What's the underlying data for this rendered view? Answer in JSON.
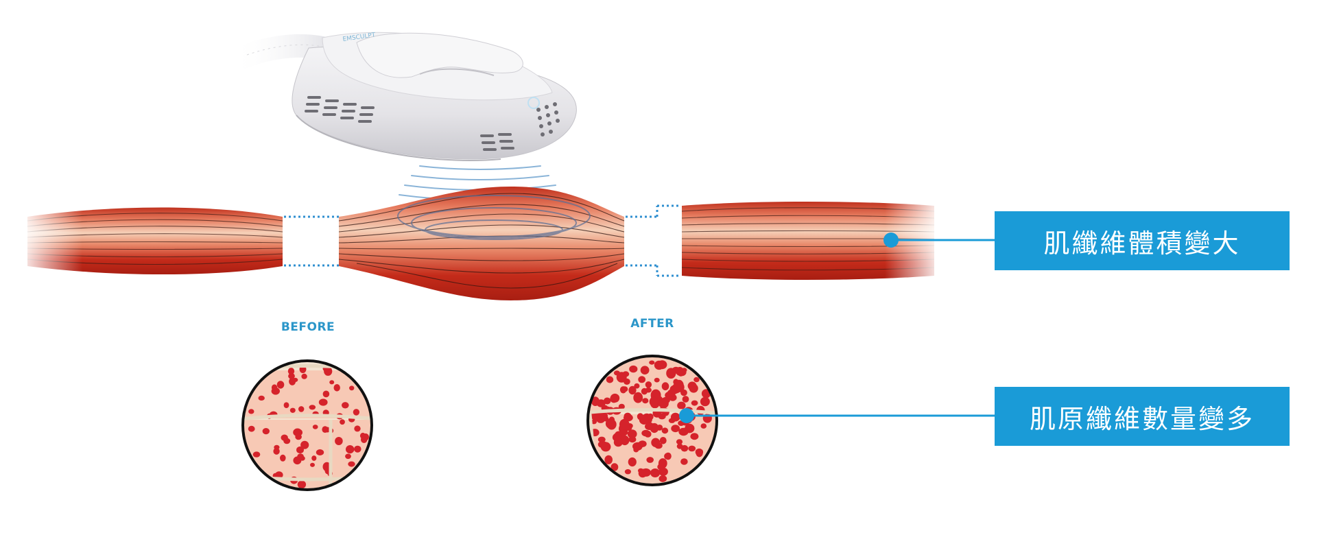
{
  "labels": {
    "before": "BEFORE",
    "after": "AFTER"
  },
  "callouts": {
    "fiber_volume": "肌纖維體積變大",
    "myofibril_count": "肌原纖維數量變多"
  },
  "device": {
    "brand_mark": "EMSCULPT"
  },
  "colors": {
    "accent_blue": "#1a9bd7",
    "label_blue": "#2b96c9",
    "muscle_red": "#c8321f",
    "muscle_light": "#f2c3a8",
    "fibril_red": "#d5232b",
    "tissue_pink": "#f7c9b5",
    "dotted_blue": "#2f8fd0"
  },
  "icons": {
    "device": "body-contouring-handpiece",
    "waves": "electromagnetic-waves",
    "muscle": "muscle-bundle",
    "cross_section": "muscle-cross-section"
  }
}
